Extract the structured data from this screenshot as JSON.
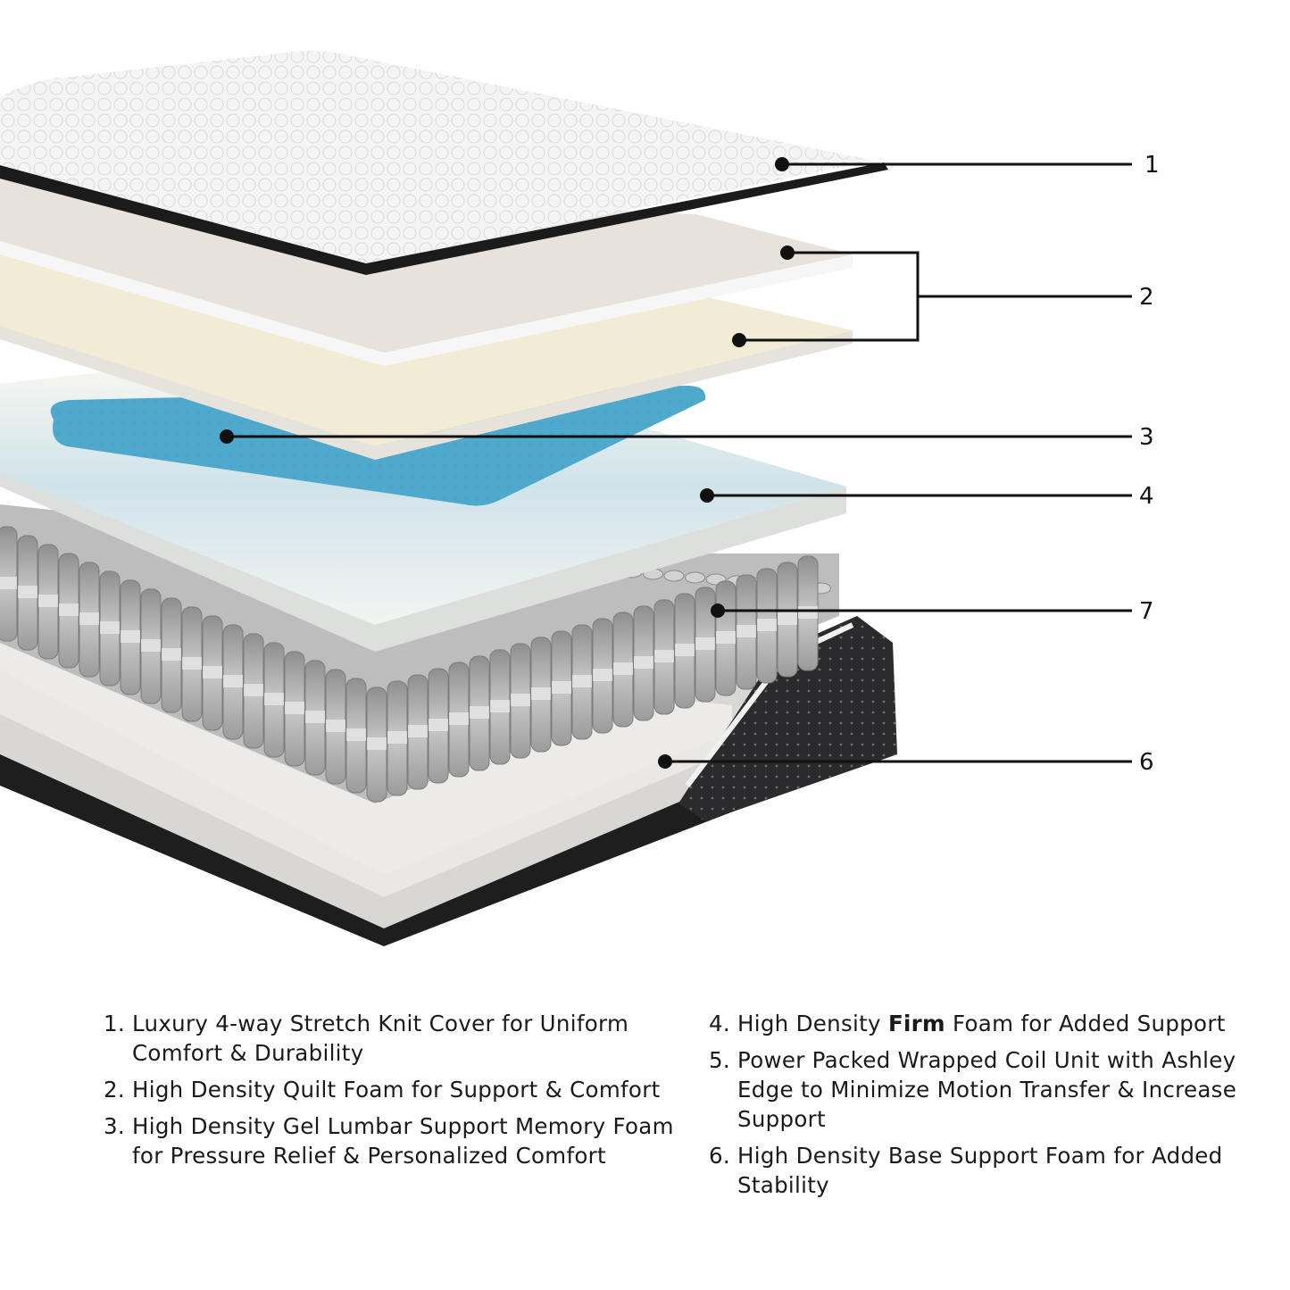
{
  "callouts": [
    "1",
    "2",
    "3",
    "4",
    "7",
    "6"
  ],
  "legend_left": [
    {
      "num": "1.",
      "text": "Luxury 4-way Stretch Knit Cover for Uniform Comfort & Durability"
    },
    {
      "num": "2.",
      "text": "High Density Quilt Foam for Support & Comfort"
    },
    {
      "num": "3.",
      "text": "High Density Gel Lumbar Support Memory Foam for Pressure Relief & Personalized Comfort"
    }
  ],
  "legend_right": [
    {
      "num": "4.",
      "pre": "High Density ",
      "bold": "Firm",
      "post": " Foam for Added Support"
    },
    {
      "num": "5.",
      "text": "Power Packed Wrapped Coil Unit with Ashley Edge to Minimize Motion Transfer & Increase Support"
    },
    {
      "num": "6.",
      "text": "High Density Base Support Foam for Added Stability"
    }
  ],
  "colors": {
    "cover": "#f4f4f4",
    "cover_edge": "#1b1b1b",
    "quilt_foam": "#e7e3dc",
    "memory_foam": "#f2ecd6",
    "gel": "#4fa9cc",
    "firm_foam": "#ecefed",
    "coil": "#a9a9a9",
    "base_foam": "#e4e3df",
    "side_fabric": "#2b2b2d"
  }
}
